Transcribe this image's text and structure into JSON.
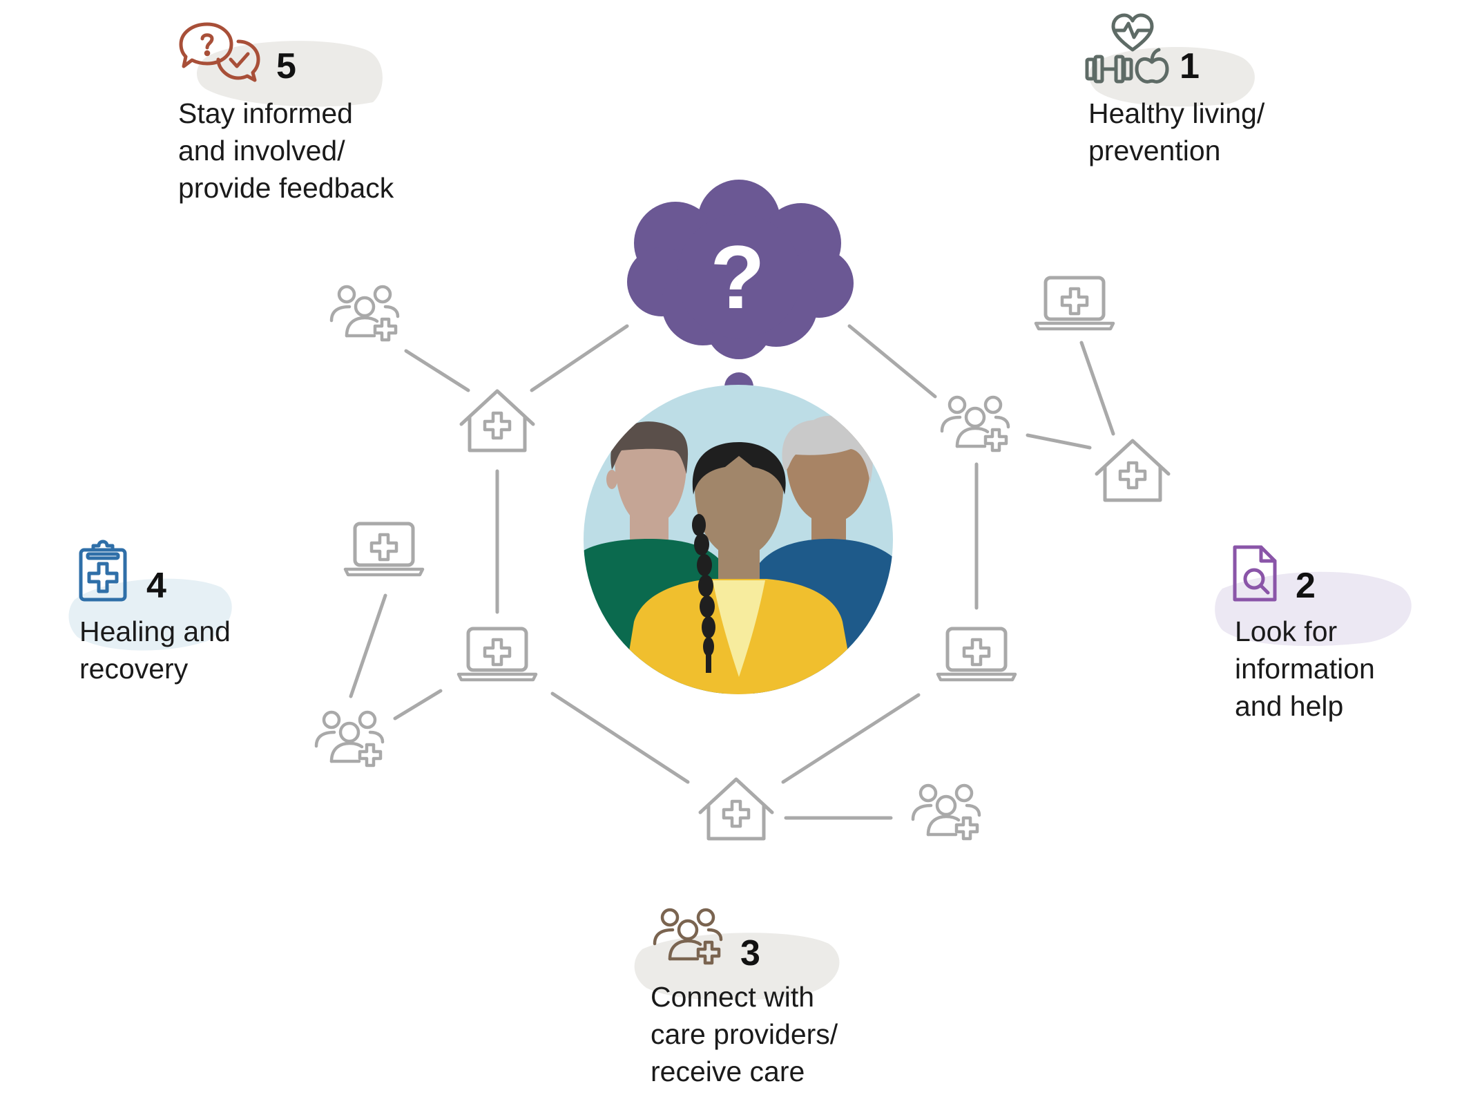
{
  "center": {
    "question_mark": "?"
  },
  "steps": [
    {
      "number": "1",
      "icon": "fitness-heart-apple-icon",
      "color": "#5e6b66",
      "lines": [
        "Healthy living/",
        "prevention"
      ]
    },
    {
      "number": "2",
      "icon": "document-search-icon",
      "color": "#8a55a8",
      "lines": [
        "Look for",
        "information",
        "and help"
      ]
    },
    {
      "number": "3",
      "icon": "people-plus-icon",
      "color": "#7a6450",
      "lines": [
        "Connect with",
        "care providers/",
        "receive care"
      ]
    },
    {
      "number": "4",
      "icon": "clipboard-plus-icon",
      "color": "#2f6fa8",
      "lines": [
        "Healing and",
        "recovery"
      ]
    },
    {
      "number": "5",
      "icon": "chat-question-check-icon",
      "color": "#a84f38",
      "lines": [
        "Stay informed",
        "and involved/",
        "provide feedback"
      ]
    }
  ],
  "colors": {
    "network_gray": "#a9a9a9",
    "thought_purple": "#6b5894",
    "circle_bg": "#bddde6",
    "shirt_green": "#0b6a4e",
    "shirt_blue": "#1e5a8a",
    "shirt_yellow": "#f0bf2e",
    "highlight_gray": "#ecebe8",
    "highlight_lavender": "#ece8f3",
    "highlight_blue": "#e6f0f5"
  }
}
